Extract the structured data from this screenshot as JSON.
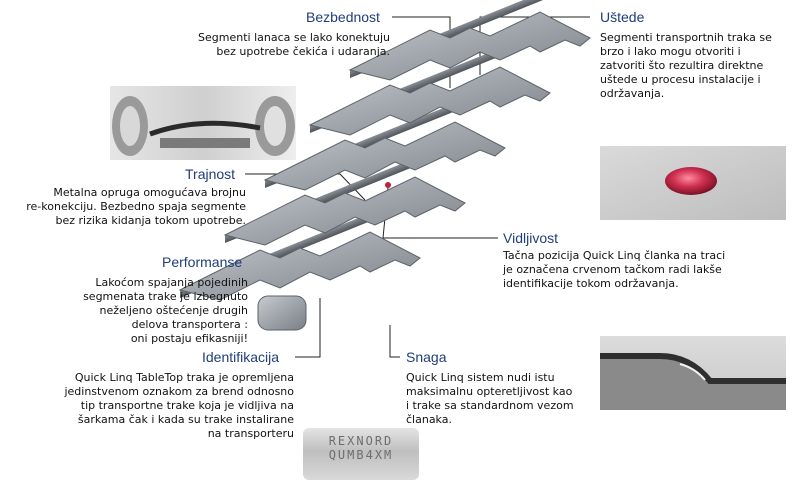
{
  "features": {
    "bezbednost": {
      "title": "Bezbednost",
      "text": "Segmenti lanaca se lako konektuju\nbez upotrebe čekića i udaranja."
    },
    "ustede": {
      "title": "Uštede",
      "text": "Segmenti transportnih traka se\nbrzo i lako mogu otvoriti i\nzatvoriti što rezultira direktne\nuštede u procesu instalacije i\nodržavanja."
    },
    "trajnost": {
      "title": "Trajnost",
      "text": "Metalna opruga omogućava brojnu\nre-konekciju. Bezbedno spaja segmente\nbez rizika kidanja tokom upotrebe."
    },
    "vidljivost": {
      "title": "Vidljivost",
      "text": "Tačna pozicija Quick Linq članka na traci\nje označena crvenom tačkom radi lakše\nidentifikacije tokom održavanja."
    },
    "performanse": {
      "title": "Performanse",
      "text": "Lakoćom spajanja pojedinih\nsegmenata trake je izbegnuto\nneželjeno oštećenje drugih\ndelova transportera :\noni postaju efikasniji!"
    },
    "identifikacija": {
      "title": "Identifikacija",
      "text": "Quick Linq TableTop traka je opremljena\njedinstvenom oznakom za brend odnosno\ntip transportne trake koja je vidljiva na\nšarkama čak i kada su trake instalirane\nna transporteru"
    },
    "snaga": {
      "title": "Snaga",
      "text": "Quick Linq sistem nudi istu\nmaksimalnu opteretljivost kao\ni trake sa standardnom vezom\nčlanaka."
    }
  },
  "stamp": {
    "text": "REXNORD\nQUMB4XM"
  },
  "colors": {
    "title": "#1f3e7a",
    "body_text": "#111111",
    "steel": "#9ea3a9",
    "marker_red": "#c0203a"
  }
}
